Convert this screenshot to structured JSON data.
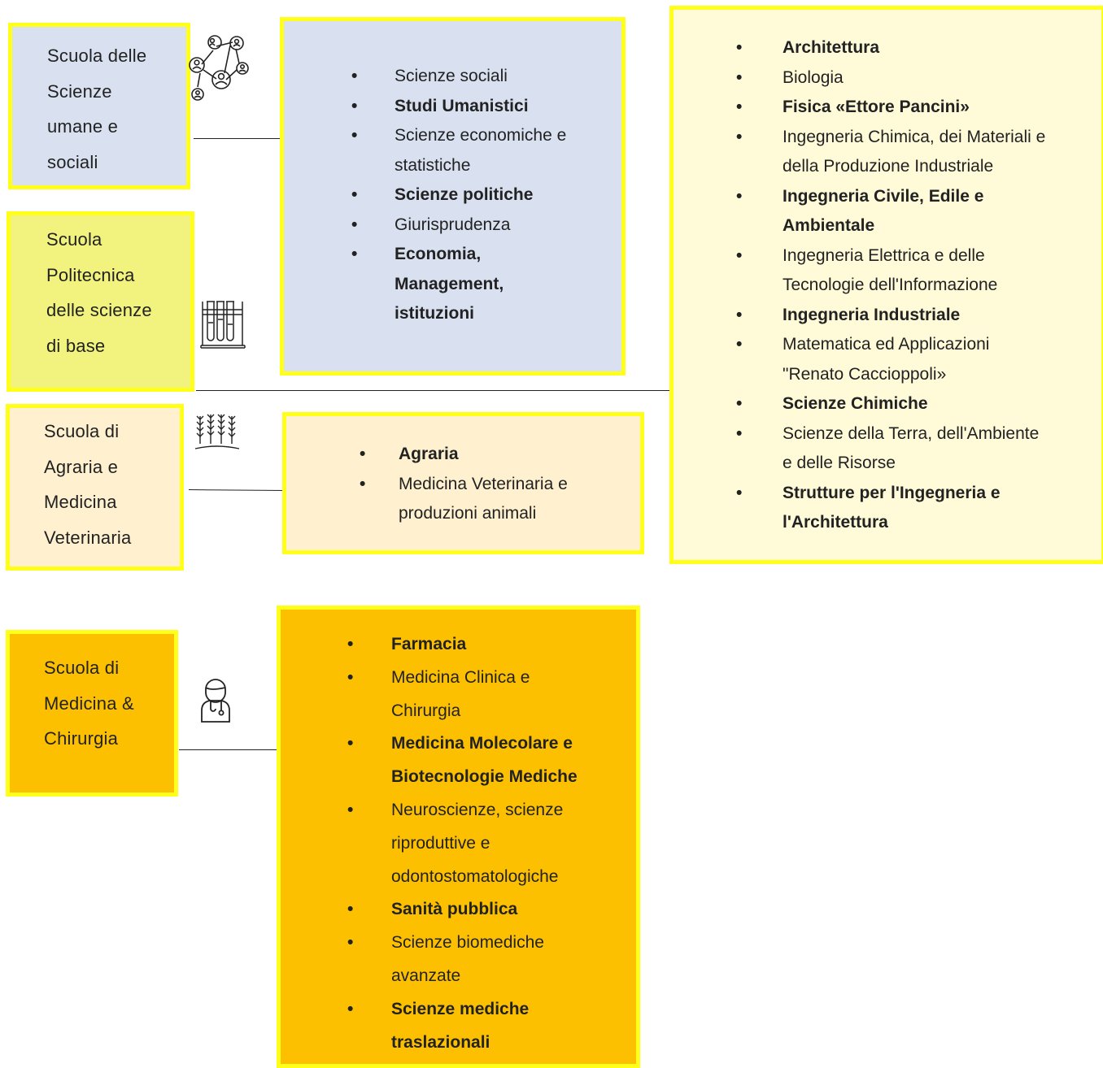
{
  "colors": {
    "border": "#ffff1a",
    "blue_fill": "#d9e1f1",
    "yellow_fill": "#f2f27e",
    "cream_fill": "#fff1cf",
    "pale_fill": "#fffbd9",
    "orange_fill": "#fdc000"
  },
  "schools": [
    {
      "id": "umane",
      "lines": [
        "Scuola delle",
        "Scienze",
        "umane e",
        "sociali"
      ],
      "icon": "network-people-icon"
    },
    {
      "id": "politecnica",
      "lines": [
        "Scuola",
        "Politecnica",
        "delle scienze",
        "di base"
      ],
      "icon": "test-tubes-icon"
    },
    {
      "id": "agraria",
      "lines": [
        "Scuola di",
        "Agraria e",
        "Medicina",
        "Veterinaria"
      ],
      "icon": "wheat-field-icon"
    },
    {
      "id": "medicina",
      "lines": [
        "Scuola di",
        "Medicina &",
        "Chirurgia"
      ],
      "icon": "doctor-icon"
    }
  ],
  "departments": {
    "umane": [
      {
        "lines": [
          "Scienze sociali"
        ],
        "bold": false
      },
      {
        "lines": [
          "Studi Umanistici"
        ],
        "bold": true
      },
      {
        "lines": [
          "Scienze economiche e",
          "statistiche"
        ],
        "bold": false
      },
      {
        "lines": [
          "Scienze politiche"
        ],
        "bold": true
      },
      {
        "lines": [
          "Giurisprudenza"
        ],
        "bold": false
      },
      {
        "lines": [
          "Economia,",
          "Management,",
          "istituzioni"
        ],
        "bold": true
      }
    ],
    "politecnica": [
      {
        "lines": [
          "Architettura"
        ],
        "bold": true
      },
      {
        "lines": [
          "Biologia"
        ],
        "bold": false
      },
      {
        "lines": [
          "Fisica «Ettore Pancini»"
        ],
        "bold": true
      },
      {
        "lines": [
          "Ingegneria Chimica, dei Materiali e",
          "della Produzione Industriale"
        ],
        "bold": false
      },
      {
        "lines": [
          "Ingegneria Civile, Edile e",
          "Ambientale"
        ],
        "bold": true
      },
      {
        "lines": [
          "Ingegneria Elettrica e delle",
          "Tecnologie dell'Informazione"
        ],
        "bold": false
      },
      {
        "lines": [
          "Ingegneria Industriale"
        ],
        "bold": true
      },
      {
        "lines": [
          "Matematica ed Applicazioni",
          "\"Renato Caccioppoli»"
        ],
        "bold": false
      },
      {
        "lines": [
          "Scienze Chimiche"
        ],
        "bold": true
      },
      {
        "lines": [
          "Scienze della Terra, dell'Ambiente",
          "e delle Risorse"
        ],
        "bold": false
      },
      {
        "lines": [
          "Strutture per l'Ingegneria e",
          "l'Architettura"
        ],
        "bold": true
      }
    ],
    "agraria": [
      {
        "lines": [
          "Agraria"
        ],
        "bold": true
      },
      {
        "lines": [
          "Medicina Veterinaria e",
          "produzioni animali"
        ],
        "bold": false
      }
    ],
    "medicina": [
      {
        "lines": [
          "Farmacia"
        ],
        "bold": true
      },
      {
        "lines": [
          "Medicina Clinica e",
          "Chirurgia"
        ],
        "bold": false
      },
      {
        "lines": [
          "Medicina Molecolare e",
          "Biotecnologie Mediche"
        ],
        "bold": true
      },
      {
        "lines": [
          "Neuroscienze, scienze",
          "riproduttive e",
          "odontostomatologiche"
        ],
        "bold": false
      },
      {
        "lines": [
          "Sanità pubblica"
        ],
        "bold": true
      },
      {
        "lines": [
          "Scienze biomediche",
          "avanzate"
        ],
        "bold": false
      },
      {
        "lines": [
          "Scienze mediche",
          "traslazionali"
        ],
        "bold": true
      }
    ]
  }
}
